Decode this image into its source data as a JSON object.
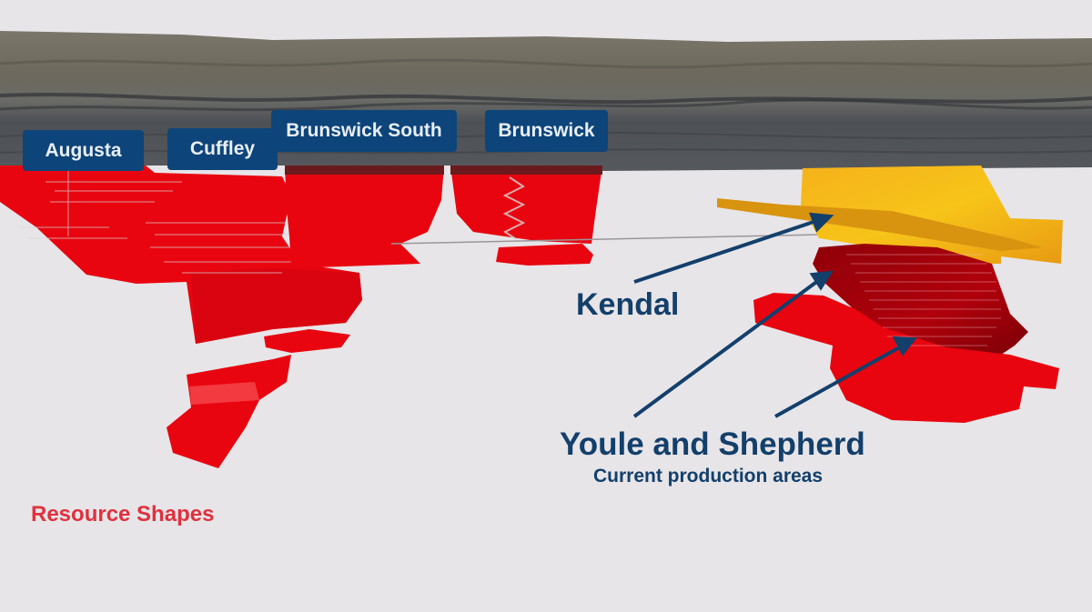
{
  "diagram": {
    "type": "3d-geological-section",
    "background_color": "#e7e5e8",
    "strata_colors": {
      "upper": "#6e6a5e",
      "lower": "#4a4d52"
    },
    "colors": {
      "resource_shape": "#e8050f",
      "resource_shape_dark": "#a3000a",
      "kendal_orebody": "#f2a817",
      "label_bg": "#0d4479",
      "label_text": "#e8eef6",
      "callout_text": "#133f6b",
      "arrow": "#133f6b",
      "legend_text": "#e0313e"
    }
  },
  "deposits": [
    {
      "name": "Augusta"
    },
    {
      "name": "Cuffley"
    },
    {
      "name": "Brunswick South"
    },
    {
      "name": "Brunswick"
    }
  ],
  "callouts": {
    "kendal": {
      "title": "Kendal"
    },
    "youle_shepherd": {
      "title": "Youle and Shepherd",
      "subtitle": "Current production areas"
    }
  },
  "legend": {
    "resource_shapes": "Resource Shapes"
  }
}
